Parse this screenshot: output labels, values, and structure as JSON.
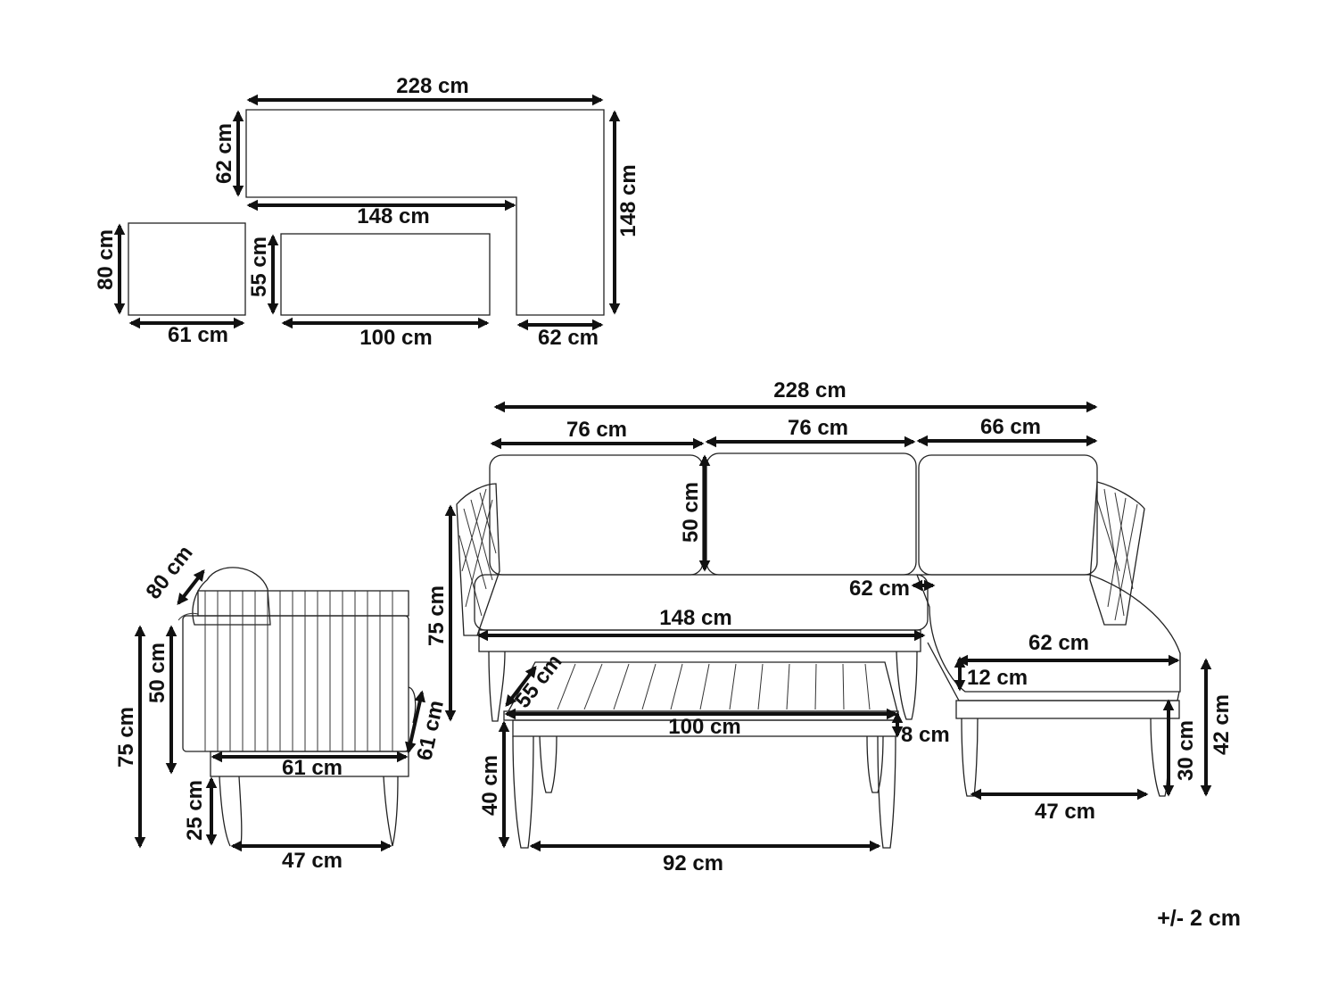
{
  "plan_view": {
    "overall_width": "228 cm",
    "depth": "62 cm",
    "inner_width": "148 cm",
    "overall_depth": "148 cm",
    "chaise_width": "62 cm",
    "chair_depth": "80 cm",
    "chair_width": "61 cm",
    "table_depth": "55 cm",
    "table_width": "100 cm"
  },
  "sofa_front": {
    "overall_width": "228 cm",
    "seat_left": "76 cm",
    "seat_middle": "76 cm",
    "seat_right": "66 cm",
    "back_height": "50 cm",
    "height": "75 cm",
    "chaise_depth": "62 cm",
    "seat_width": "148 cm",
    "chaise_cushion_width": "62 cm",
    "cushion_thickness": "12 cm",
    "seat_height": "42 cm",
    "leg_height": "30 cm",
    "leg_span": "47 cm"
  },
  "armchair": {
    "depth": "80 cm",
    "back_height": "50 cm",
    "height": "75 cm",
    "arm_depth": "61 cm",
    "seat_width": "61 cm",
    "leg_height": "25 cm",
    "leg_span": "47 cm"
  },
  "coffee_table": {
    "depth": "55 cm",
    "width": "100 cm",
    "top_thickness": "8 cm",
    "height": "40 cm",
    "leg_span": "92 cm"
  },
  "tolerance": "+/- 2 cm"
}
